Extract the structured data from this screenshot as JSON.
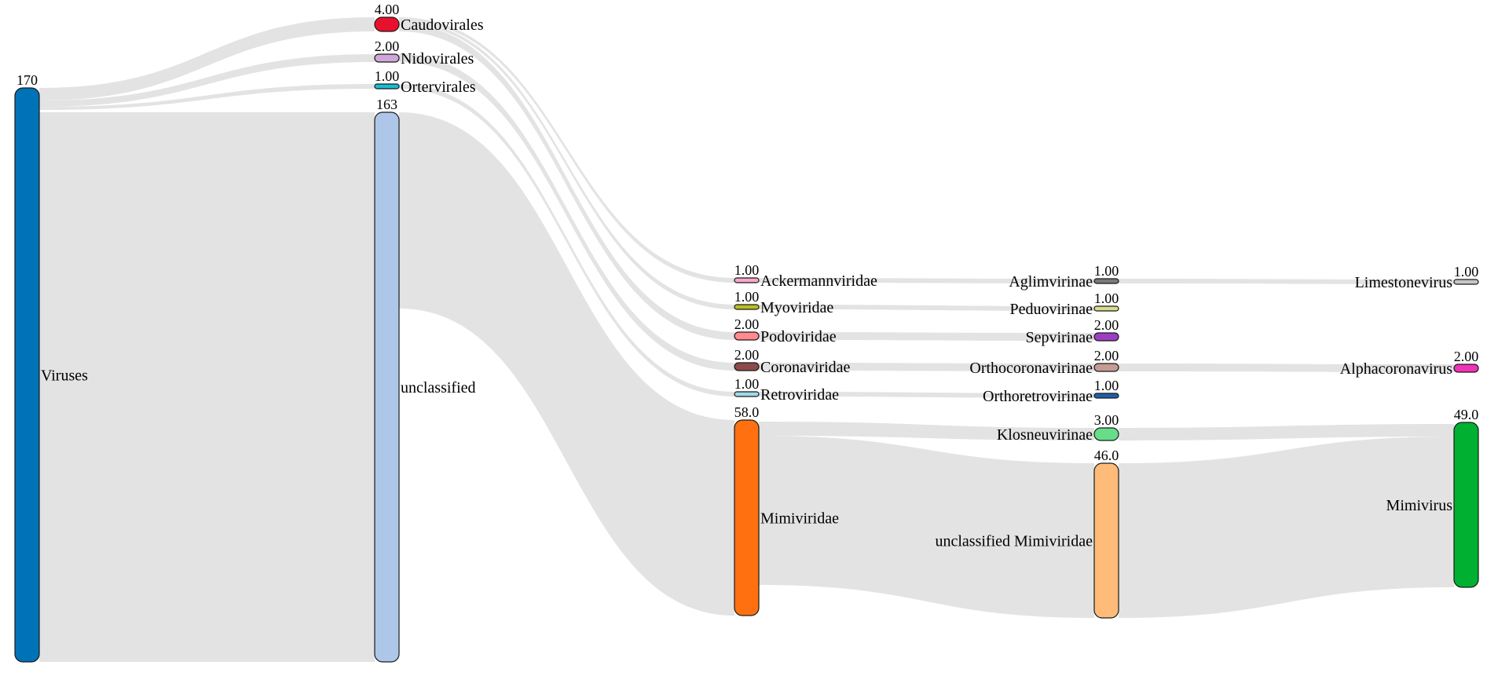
{
  "diagram": {
    "type": "sankey",
    "nodes": [
      {
        "id": "viruses",
        "label": "Viruses",
        "value_label": "170",
        "color": "#0072b8",
        "level": 0
      },
      {
        "id": "caudovirales",
        "label": "Caudovirales",
        "value_label": "4.00",
        "color": "#e8112d",
        "level": 1
      },
      {
        "id": "nidovirales",
        "label": "Nidovirales",
        "value_label": "2.00",
        "color": "#d0a6d8",
        "level": 1
      },
      {
        "id": "ortervirales",
        "label": "Ortervirales",
        "value_label": "1.00",
        "color": "#17becf",
        "level": 1
      },
      {
        "id": "unclassified",
        "label": "unclassified",
        "value_label": "163",
        "color": "#aec7e8",
        "level": 1
      },
      {
        "id": "ackermannviridae",
        "label": "Ackermannviridae",
        "value_label": "1.00",
        "color": "#f7a8c8",
        "level": 2
      },
      {
        "id": "myoviridae",
        "label": "Myoviridae",
        "value_label": "1.00",
        "color": "#bcbd22",
        "level": 2
      },
      {
        "id": "podoviridae",
        "label": "Podoviridae",
        "value_label": "2.00",
        "color": "#ff8a8f",
        "level": 2
      },
      {
        "id": "coronaviridae",
        "label": "Coronaviridae",
        "value_label": "2.00",
        "color": "#8c4a4a",
        "level": 2
      },
      {
        "id": "retroviridae",
        "label": "Retroviridae",
        "value_label": "1.00",
        "color": "#9edae5",
        "level": 2
      },
      {
        "id": "mimiviridae",
        "label": "Mimiviridae",
        "value_label": "58.0",
        "color": "#ff7010",
        "level": 2
      },
      {
        "id": "aglimvirinae",
        "label": "Aglimvirinae",
        "value_label": "1.00",
        "color": "#7a7a7a",
        "level": 3
      },
      {
        "id": "peduovirinae",
        "label": "Peduovirinae",
        "value_label": "1.00",
        "color": "#dbdb8d",
        "level": 3
      },
      {
        "id": "sepvirinae",
        "label": "Sepvirinae",
        "value_label": "2.00",
        "color": "#9b3fc0",
        "level": 3
      },
      {
        "id": "orthocoronavirinae",
        "label": "Orthocoronavirinae",
        "value_label": "2.00",
        "color": "#c49c94",
        "level": 3
      },
      {
        "id": "orthoretrovirinae",
        "label": "Orthoretrovirinae",
        "value_label": "1.00",
        "color": "#1f5fa8",
        "level": 3
      },
      {
        "id": "klosneuvirinae",
        "label": "Klosneuvirinae",
        "value_label": "3.00",
        "color": "#66dd88",
        "level": 3
      },
      {
        "id": "unclassified_mimiviridae",
        "label": "unclassified Mimiviridae",
        "value_label": "46.0",
        "color": "#ffbb78",
        "level": 3
      },
      {
        "id": "limestonevirus",
        "label": "Limestonevirus",
        "value_label": "1.00",
        "color": "#c7c7c7",
        "level": 4
      },
      {
        "id": "alphacoronavirus",
        "label": "Alphacoronavirus",
        "value_label": "2.00",
        "color": "#f032b8",
        "level": 4
      },
      {
        "id": "mimivirus",
        "label": "Mimivirus",
        "value_label": "49.0",
        "color": "#00b030",
        "level": 4
      }
    ],
    "links": [
      {
        "source": "viruses",
        "target": "caudovirales",
        "value": 4
      },
      {
        "source": "viruses",
        "target": "nidovirales",
        "value": 2
      },
      {
        "source": "viruses",
        "target": "ortervirales",
        "value": 1
      },
      {
        "source": "viruses",
        "target": "unclassified",
        "value": 163
      },
      {
        "source": "caudovirales",
        "target": "ackermannviridae",
        "value": 1
      },
      {
        "source": "caudovirales",
        "target": "myoviridae",
        "value": 1
      },
      {
        "source": "caudovirales",
        "target": "podoviridae",
        "value": 2
      },
      {
        "source": "nidovirales",
        "target": "coronaviridae",
        "value": 2
      },
      {
        "source": "ortervirales",
        "target": "retroviridae",
        "value": 1
      },
      {
        "source": "unclassified",
        "target": "mimiviridae",
        "value": 58
      },
      {
        "source": "ackermannviridae",
        "target": "aglimvirinae",
        "value": 1
      },
      {
        "source": "myoviridae",
        "target": "peduovirinae",
        "value": 1
      },
      {
        "source": "podoviridae",
        "target": "sepvirinae",
        "value": 2
      },
      {
        "source": "coronaviridae",
        "target": "orthocoronavirinae",
        "value": 2
      },
      {
        "source": "retroviridae",
        "target": "orthoretrovirinae",
        "value": 1
      },
      {
        "source": "mimiviridae",
        "target": "klosneuvirinae",
        "value": 3
      },
      {
        "source": "mimiviridae",
        "target": "unclassified_mimiviridae",
        "value": 46
      },
      {
        "source": "aglimvirinae",
        "target": "limestonevirus",
        "value": 1
      },
      {
        "source": "orthocoronavirinae",
        "target": "alphacoronavirus",
        "value": 2
      },
      {
        "source": "klosneuvirinae",
        "target": "mimivirus",
        "value": 3
      },
      {
        "source": "unclassified_mimiviridae",
        "target": "mimivirus",
        "value": 46
      }
    ]
  }
}
